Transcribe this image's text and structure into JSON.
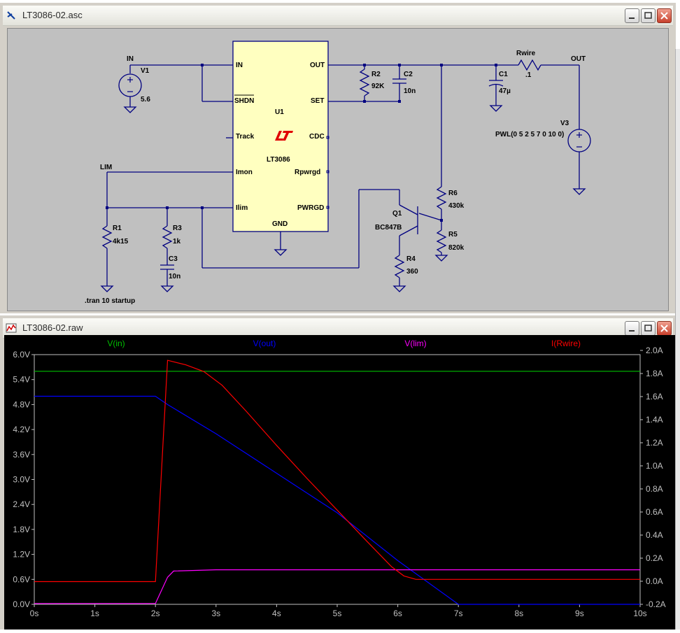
{
  "schematic_window": {
    "title": "LT3086-02.asc",
    "controls": [
      "minimize",
      "maximize",
      "close"
    ],
    "component": {
      "ref": "U1",
      "part": "LT3086"
    },
    "pins_left": [
      "IN",
      "SHDN",
      "Track",
      "Imon",
      "Ilim"
    ],
    "pins_right": [
      "OUT",
      "SET",
      "CDC",
      "Rpwrgd",
      "PWRGD"
    ],
    "pin_bottom": "GND",
    "labels": {
      "in_net": "IN",
      "v1": "V1",
      "v1_val": "5.6",
      "r2": "R2",
      "r2_val": "92K",
      "c2": "C2",
      "c2_val": "10n",
      "c1": "C1",
      "c1_val": "47µ",
      "rwire": "Rwire",
      "rwire_val": ".1",
      "out_net": "OUT",
      "v3": "V3",
      "v3_val": "PWL(0 5 2 5 7 0 10 0)",
      "lim_net": "LIM",
      "r1": "R1",
      "r1_val": "4k15",
      "r3": "R3",
      "r3_val": "1k",
      "c3": "C3",
      "c3_val": "10n",
      "q1": "Q1",
      "q1_val": "BC847B",
      "r4": "R4",
      "r4_val": "360",
      "r6": "R6",
      "r6_val": "430k",
      "r5": "R5",
      "r5_val": "820k",
      "directive": ".tran 10 startup"
    }
  },
  "plot_window": {
    "title": "LT3086-02.raw",
    "controls": [
      "minimize",
      "maximize",
      "close"
    ]
  },
  "chart_data": {
    "type": "line",
    "xlabel": "",
    "ylabel": "",
    "x_ticks": [
      "0s",
      "1s",
      "2s",
      "3s",
      "4s",
      "5s",
      "6s",
      "7s",
      "8s",
      "9s",
      "10s"
    ],
    "xlim": [
      0,
      10
    ],
    "left_ticks": [
      "6.0V",
      "5.4V",
      "4.8V",
      "4.2V",
      "3.6V",
      "3.0V",
      "2.4V",
      "1.8V",
      "1.2V",
      "0.6V",
      "0.0V"
    ],
    "left_ylim": [
      0,
      6
    ],
    "right_ticks": [
      "2.0A",
      "1.8A",
      "1.6A",
      "1.4A",
      "1.2A",
      "1.0A",
      "0.8A",
      "0.6A",
      "0.4A",
      "0.2A",
      "0.0A",
      "-0.2A"
    ],
    "right_ylim": [
      -0.2,
      2.0
    ],
    "background": "#000000",
    "axis_color": "#c0c0c0",
    "series": [
      {
        "name": "V(in)",
        "color": "#00c000",
        "axis": "left",
        "x": [
          0,
          10
        ],
        "y": [
          5.6,
          5.6
        ]
      },
      {
        "name": "V(out)",
        "color": "#0000ff",
        "axis": "left",
        "x": [
          0,
          2.0,
          2.2,
          3.0,
          4.0,
          5.0,
          6.0,
          7.0,
          10.0
        ],
        "y": [
          5.0,
          5.0,
          4.8,
          4.1,
          3.15,
          2.2,
          1.05,
          0.0,
          0.0
        ]
      },
      {
        "name": "V(lim)",
        "color": "#ff00ff",
        "axis": "left",
        "x": [
          0,
          2.0,
          2.2,
          2.3,
          3.0,
          10.0
        ],
        "y": [
          0.02,
          0.02,
          0.65,
          0.8,
          0.83,
          0.83
        ]
      },
      {
        "name": "I(Rwire)",
        "color": "#ff0000",
        "axis": "right",
        "x": [
          0,
          2.0,
          2.2,
          2.5,
          2.8,
          3.1,
          3.5,
          4.0,
          4.5,
          5.0,
          5.5,
          5.9,
          6.1,
          6.3,
          7.0,
          10.0
        ],
        "y": [
          0.0,
          0.0,
          1.95,
          1.91,
          1.85,
          1.73,
          1.5,
          1.2,
          0.91,
          0.63,
          0.35,
          0.13,
          0.05,
          0.02,
          0.02,
          0.02
        ]
      }
    ]
  }
}
